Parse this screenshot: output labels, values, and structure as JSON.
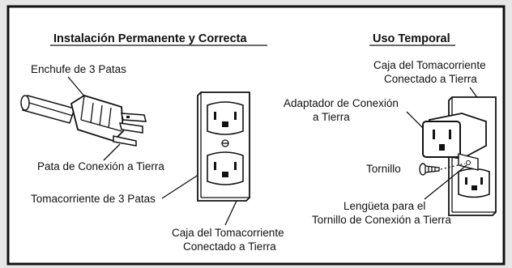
{
  "left_panel": {
    "heading": "Instalación Permanente y Correcta",
    "labels": {
      "plug": "Enchufe de 3 Patas",
      "ground_pin": "Pata de Conexión a Tierra",
      "receptacle": "Tomacorriente de 3 Patas",
      "box_line1": "Caja del Tomacorriente",
      "box_line2": "Conectado a Tierra"
    }
  },
  "right_panel": {
    "heading": "Uso Temporal",
    "labels": {
      "box_line1": "Caja del Tomacorriente",
      "box_line2": "Conectado a Tierra",
      "adapter_line1": "Adaptador de Conexión",
      "adapter_line2": "a Tierra",
      "screw": "Tornillo",
      "tab_line1": "Lengüeta para el",
      "tab_line2": "Tornillo de Conexión a Tierra"
    }
  },
  "colors": {
    "frame": "#111111",
    "background": "#ffffff",
    "border_bg": "#e8e8e8"
  }
}
